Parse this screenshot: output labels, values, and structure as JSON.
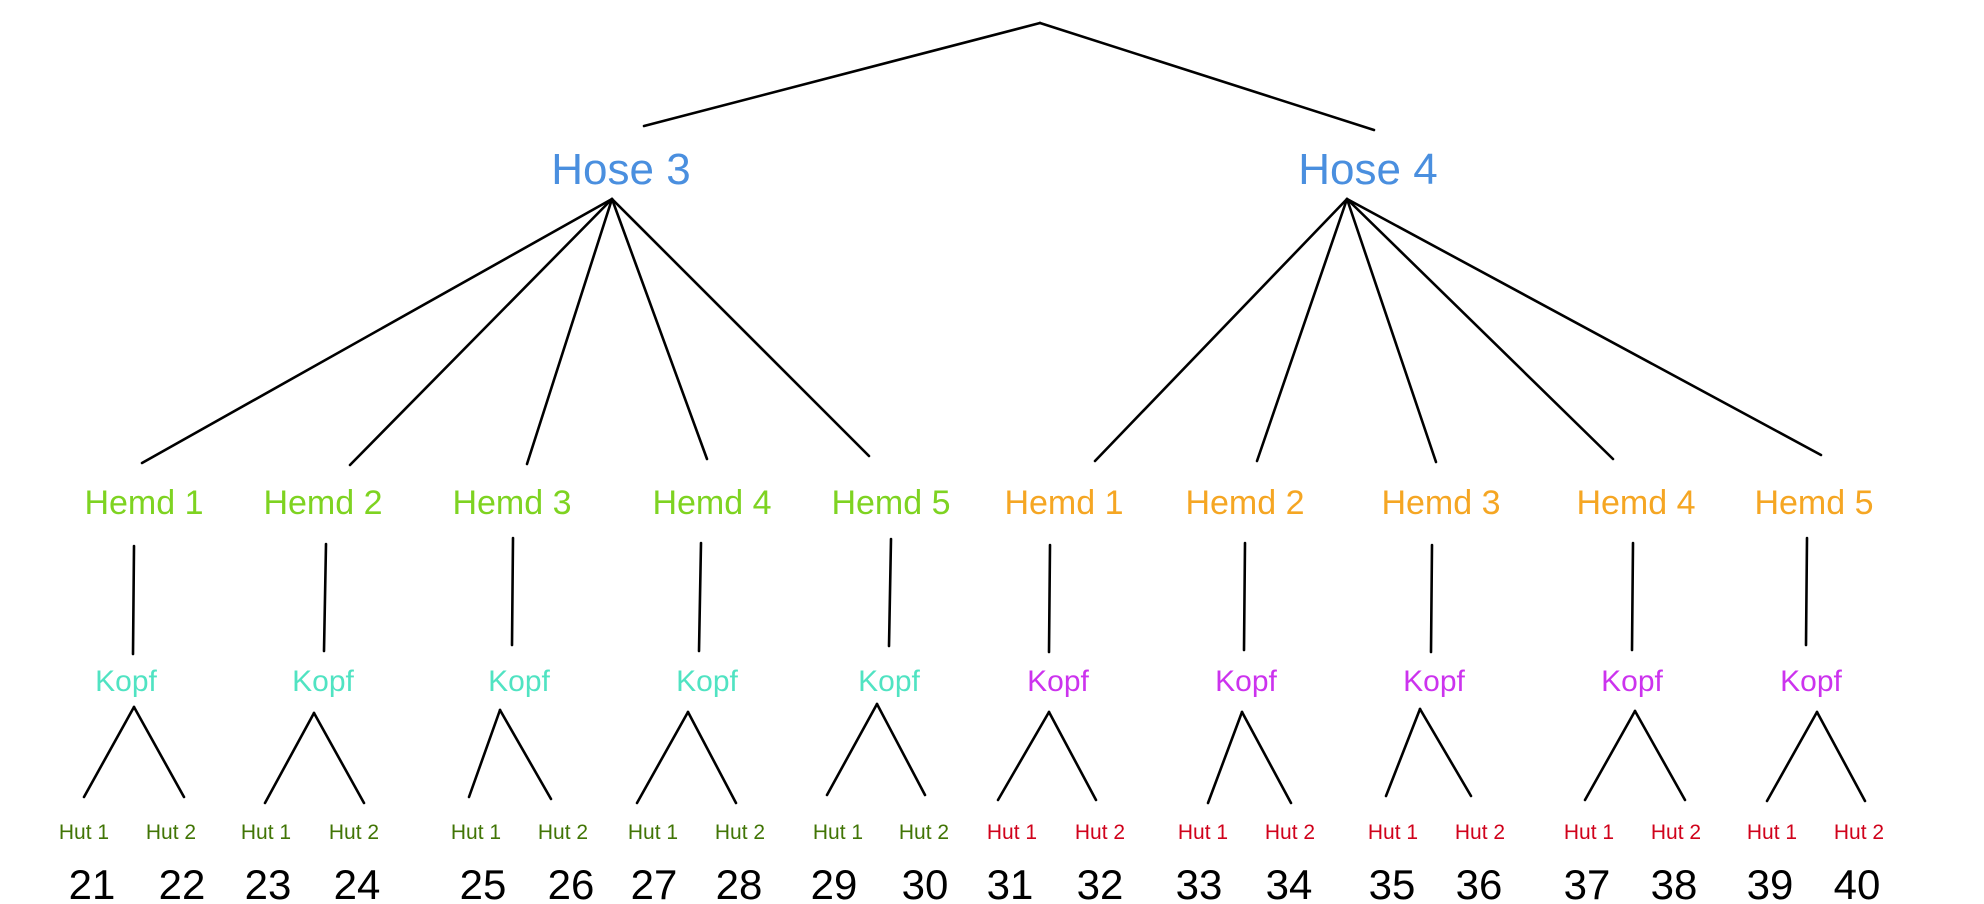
{
  "colors": {
    "left_pants": "#4a8fdf",
    "right_pants": "#4a8fdf",
    "left_shirts": "#7ed321",
    "right_shirts": "#f5a623",
    "left_heads": "#50e3c2",
    "right_heads": "#cc33ee",
    "left_hats": "#417505",
    "right_hats": "#d0021b",
    "lines": "#000000"
  },
  "branches": [
    {
      "label": "Hose 3",
      "shirts": [
        {
          "label": "Hemd 1",
          "head": "Kopf",
          "hats": [
            "Hut 1",
            "Hut 2"
          ],
          "numbers": [
            "21",
            "22"
          ]
        },
        {
          "label": "Hemd 2",
          "head": "Kopf",
          "hats": [
            "Hut 1",
            "Hut 2"
          ],
          "numbers": [
            "23",
            "24"
          ]
        },
        {
          "label": "Hemd 3",
          "head": "Kopf",
          "hats": [
            "Hut 1",
            "Hut 2"
          ],
          "numbers": [
            "25",
            "26"
          ]
        },
        {
          "label": "Hemd 4",
          "head": "Kopf",
          "hats": [
            "Hut 1",
            "Hut 2"
          ],
          "numbers": [
            "27",
            "28"
          ]
        },
        {
          "label": "Hemd 5",
          "head": "Kopf",
          "hats": [
            "Hut 1",
            "Hut 2"
          ],
          "numbers": [
            "29",
            "30"
          ]
        }
      ]
    },
    {
      "label": "Hose 4",
      "shirts": [
        {
          "label": "Hemd 1",
          "head": "Kopf",
          "hats": [
            "Hut 1",
            "Hut 2"
          ],
          "numbers": [
            "31",
            "32"
          ]
        },
        {
          "label": "Hemd 2",
          "head": "Kopf",
          "hats": [
            "Hut 1",
            "Hut 2"
          ],
          "numbers": [
            "33",
            "34"
          ]
        },
        {
          "label": "Hemd 3",
          "head": "Kopf",
          "hats": [
            "Hut 1",
            "Hut 2"
          ],
          "numbers": [
            "35",
            "36"
          ]
        },
        {
          "label": "Hemd 4",
          "head": "Kopf",
          "hats": [
            "Hut 1",
            "Hut 2"
          ],
          "numbers": [
            "37",
            "38"
          ]
        },
        {
          "label": "Hemd 5",
          "head": "Kopf",
          "hats": [
            "Hut 1",
            "Hut 2"
          ],
          "numbers": [
            "39",
            "40"
          ]
        }
      ]
    }
  ]
}
